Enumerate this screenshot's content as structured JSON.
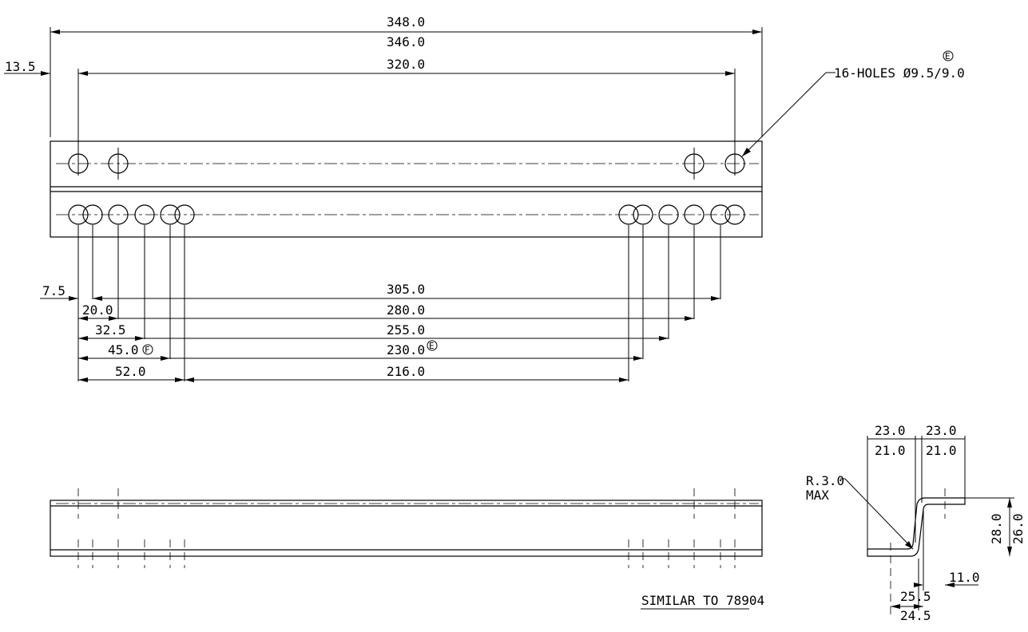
{
  "top_view": {
    "overall_length_outer": "348.0",
    "overall_length_inner": "346.0",
    "end_offset": "13.5",
    "hole_pitch_outer": "320.0",
    "hole_callout": "16-HOLES Ø9.5/9.0",
    "rev_mark_E": "E",
    "rev_mark_F": "F",
    "dims": {
      "d7_5": "7.5",
      "d20_0": "20.0",
      "d32_5": "32.5",
      "d45_0": "45.0",
      "d52_0": "52.0",
      "d305_0": "305.0",
      "d280_0": "280.0",
      "d255_0": "255.0",
      "d230_0": "230.0",
      "d216_0": "216.0"
    }
  },
  "side_view": {
    "similar_note": "SIMILAR TO 78904"
  },
  "end_view": {
    "flange_width_outer_left": "23.0",
    "flange_width_outer_right": "23.0",
    "flange_width_inner_left": "21.0",
    "flange_width_inner_right": "21.0",
    "radius_note_line1": "R.3.0",
    "radius_note_line2": "MAX",
    "height_outer": "28.0",
    "height_inner": "26.0",
    "gap": "11.0",
    "offset_outer": "25.5",
    "offset_inner": "24.5"
  }
}
